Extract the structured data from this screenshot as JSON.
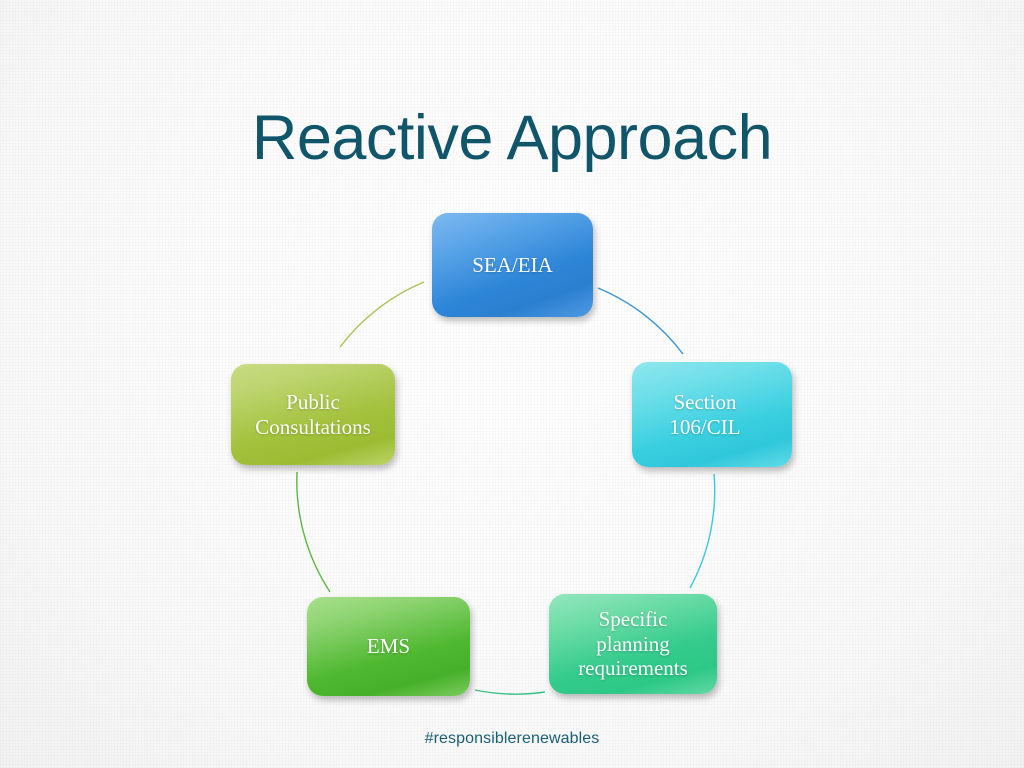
{
  "slide": {
    "title": "Reactive Approach",
    "footer": "#responsiblerenewables",
    "title_color": "#11556b",
    "footer_color": "#196077",
    "background_color": "#fcfcfc"
  },
  "diagram": {
    "type": "cycle",
    "nodes": [
      {
        "id": "sea-eia",
        "label": "SEA/EIA",
        "color": "#2e86d8",
        "position": "top"
      },
      {
        "id": "section-106",
        "label": "Section\n106/CIL",
        "color": "#38cfe0",
        "position": "right"
      },
      {
        "id": "specific-planning",
        "label": "Specific\nplanning\nrequirements",
        "color": "#34cb8c",
        "position": "bottom-right"
      },
      {
        "id": "ems",
        "label": "EMS",
        "color": "#4eb830",
        "position": "bottom-left"
      },
      {
        "id": "public-consultations",
        "label": "Public\nConsultations",
        "color": "#a3c23d",
        "position": "left"
      }
    ],
    "connectors": [
      {
        "id": "arc-sea-to-section",
        "from": "sea-eia",
        "to": "section-106",
        "color": "#2f8fd4"
      },
      {
        "id": "arc-section-to-specific",
        "from": "section-106",
        "to": "specific-planning",
        "color": "#2cc6da"
      },
      {
        "id": "arc-specific-to-ems",
        "from": "specific-planning",
        "to": "ems",
        "color": "#2dc07f"
      },
      {
        "id": "arc-ems-to-public",
        "from": "ems",
        "to": "public-consultations",
        "color": "#53b23a"
      },
      {
        "id": "arc-public-to-sea",
        "from": "public-consultations",
        "to": "sea-eia",
        "color": "#a7bf4c"
      }
    ]
  }
}
